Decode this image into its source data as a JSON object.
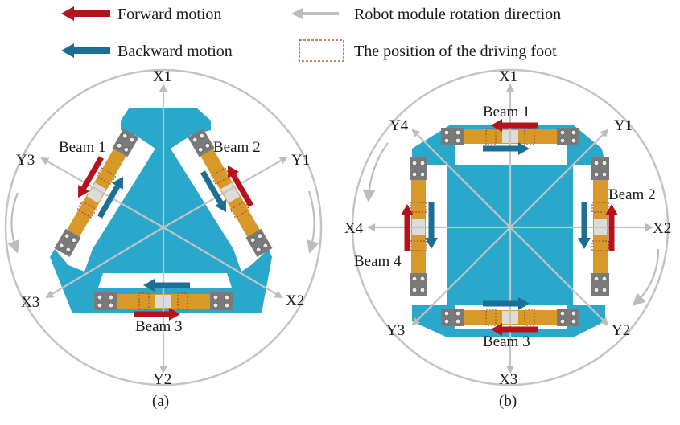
{
  "legend": {
    "forward": "Forward motion",
    "backward": "Backward motion",
    "rotation": "Robot module rotation direction",
    "foot": "The position of the driving foot"
  },
  "colors": {
    "forward": "#b5121b",
    "backward": "#1a6f92",
    "rotation": "#bdbdbd",
    "foot": "#b0622a",
    "body": "#2aa8cc",
    "beam": "#d79a2a",
    "clamp": "#7a7a7a",
    "slider": "#d9d9d9"
  },
  "panel_a": {
    "caption": "(a)",
    "axes": {
      "x1": "X1",
      "x2": "X2",
      "x3": "X3",
      "y1": "Y1",
      "y2": "Y2",
      "y3": "Y3"
    },
    "beams": {
      "b1": "Beam 1",
      "b2": "Beam 2",
      "b3": "Beam 3"
    }
  },
  "panel_b": {
    "caption": "(b)",
    "axes": {
      "x1": "X1",
      "x2": "X2",
      "x3": "X3",
      "x4": "X4",
      "y1": "Y1",
      "y2": "Y2",
      "y3": "Y3",
      "y4": "Y4"
    },
    "beams": {
      "b1": "Beam 1",
      "b2": "Beam 2",
      "b3": "Beam 3",
      "b4": "Beam 4"
    }
  }
}
